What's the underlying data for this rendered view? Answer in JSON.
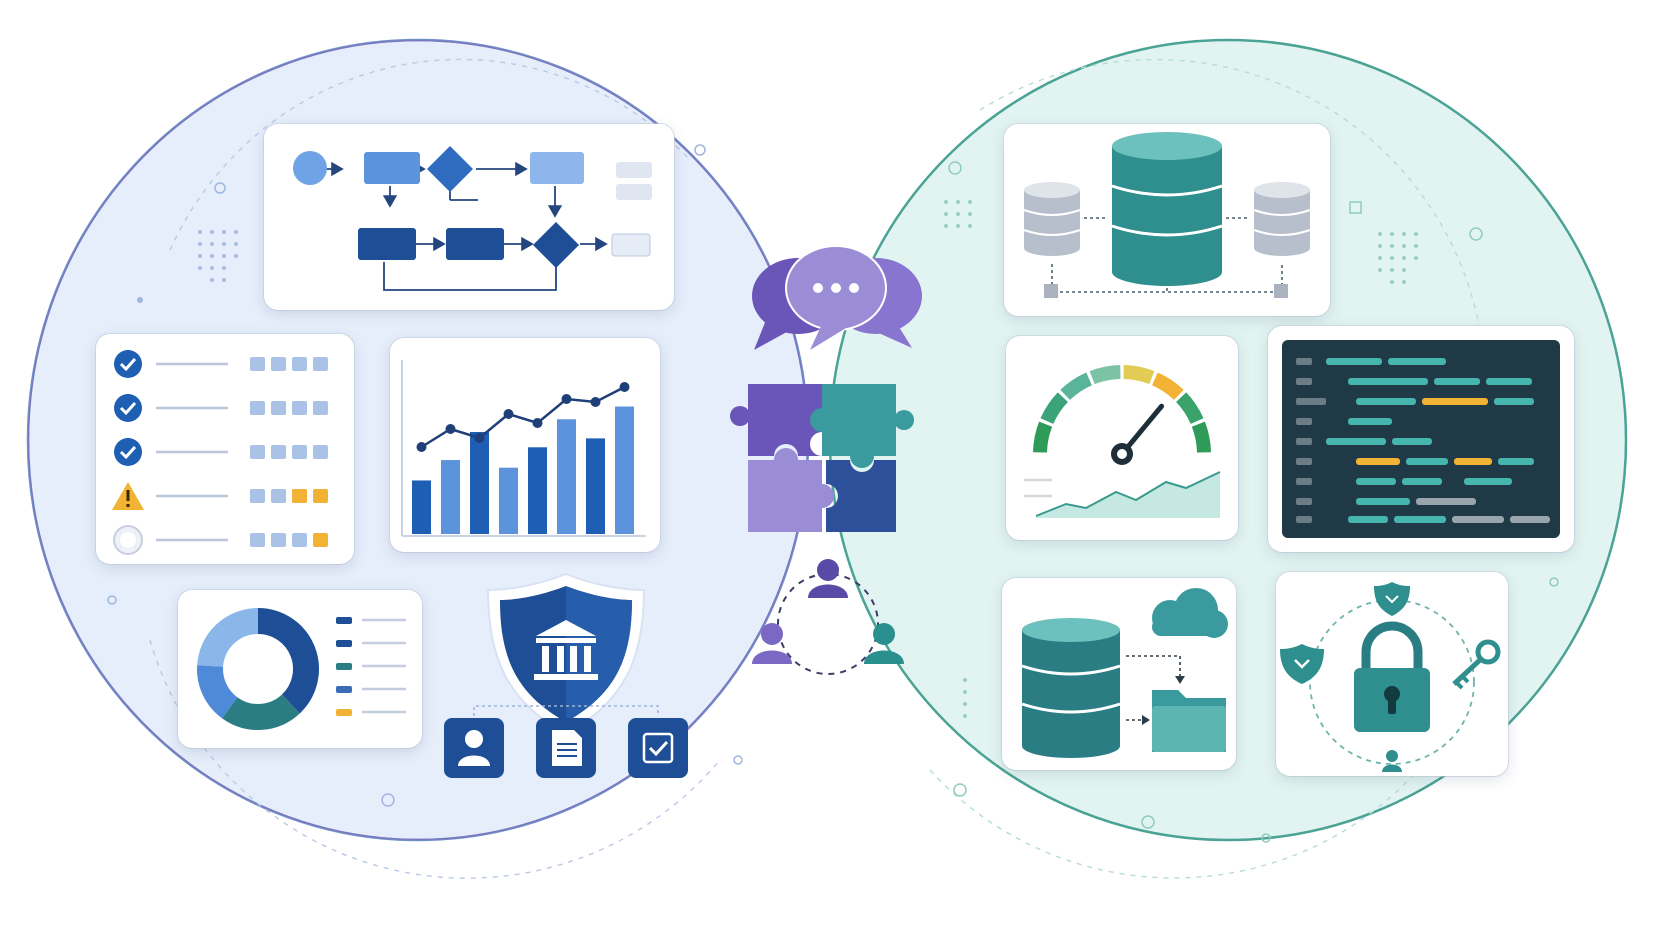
{
  "colors": {
    "blue_dark": "#1e4f96",
    "blue_mid": "#2f6cc0",
    "blue_light": "#6fa3e6",
    "blue_pale": "#aac6ec",
    "teal_dark": "#2a7d83",
    "teal_mid": "#3a9a9e",
    "teal_light": "#6cc0bd",
    "purple_dark": "#5a4aa8",
    "purple_mid": "#7b68c4",
    "purple_light": "#9b8cd6",
    "warning": "#f2b233",
    "green_gauge": "#2e9b58",
    "terminal_bg": "#1f3a46",
    "left_circle_fill": "#e6eefb",
    "right_circle_fill": "#e2f4f1",
    "overlap_fill": "#ddd6f1"
  },
  "groups": {
    "left": {
      "theme": "blue",
      "icons": [
        "process-flowchart-icon",
        "checklist-status-icon",
        "bar-line-chart-icon",
        "donut-chart-icon",
        "governance-shield-icon",
        "user-icon",
        "document-icon",
        "approval-checkbox-icon"
      ]
    },
    "overlap": {
      "theme": "purple",
      "icons": [
        "chat-bubbles-icon",
        "puzzle-pieces-icon",
        "people-network-icon"
      ]
    },
    "right": {
      "theme": "teal",
      "icons": [
        "database-replication-icon",
        "performance-gauge-icon",
        "code-terminal-icon",
        "database-cloud-folder-icon",
        "security-lock-icon"
      ]
    }
  },
  "checklist": {
    "states": [
      "done",
      "done",
      "done",
      "warning",
      "pending"
    ]
  },
  "bar_chart": {
    "bars": [
      0.42,
      0.58,
      0.8,
      0.52,
      0.68,
      0.9,
      0.75,
      1.0
    ],
    "trend": [
      0.58,
      0.7,
      0.64,
      0.8,
      0.74,
      0.9,
      0.88,
      0.98
    ]
  },
  "donut": {
    "segments": [
      0.38,
      0.22,
      0.16,
      0.24
    ]
  },
  "gauge": {
    "needle": 0.72
  }
}
